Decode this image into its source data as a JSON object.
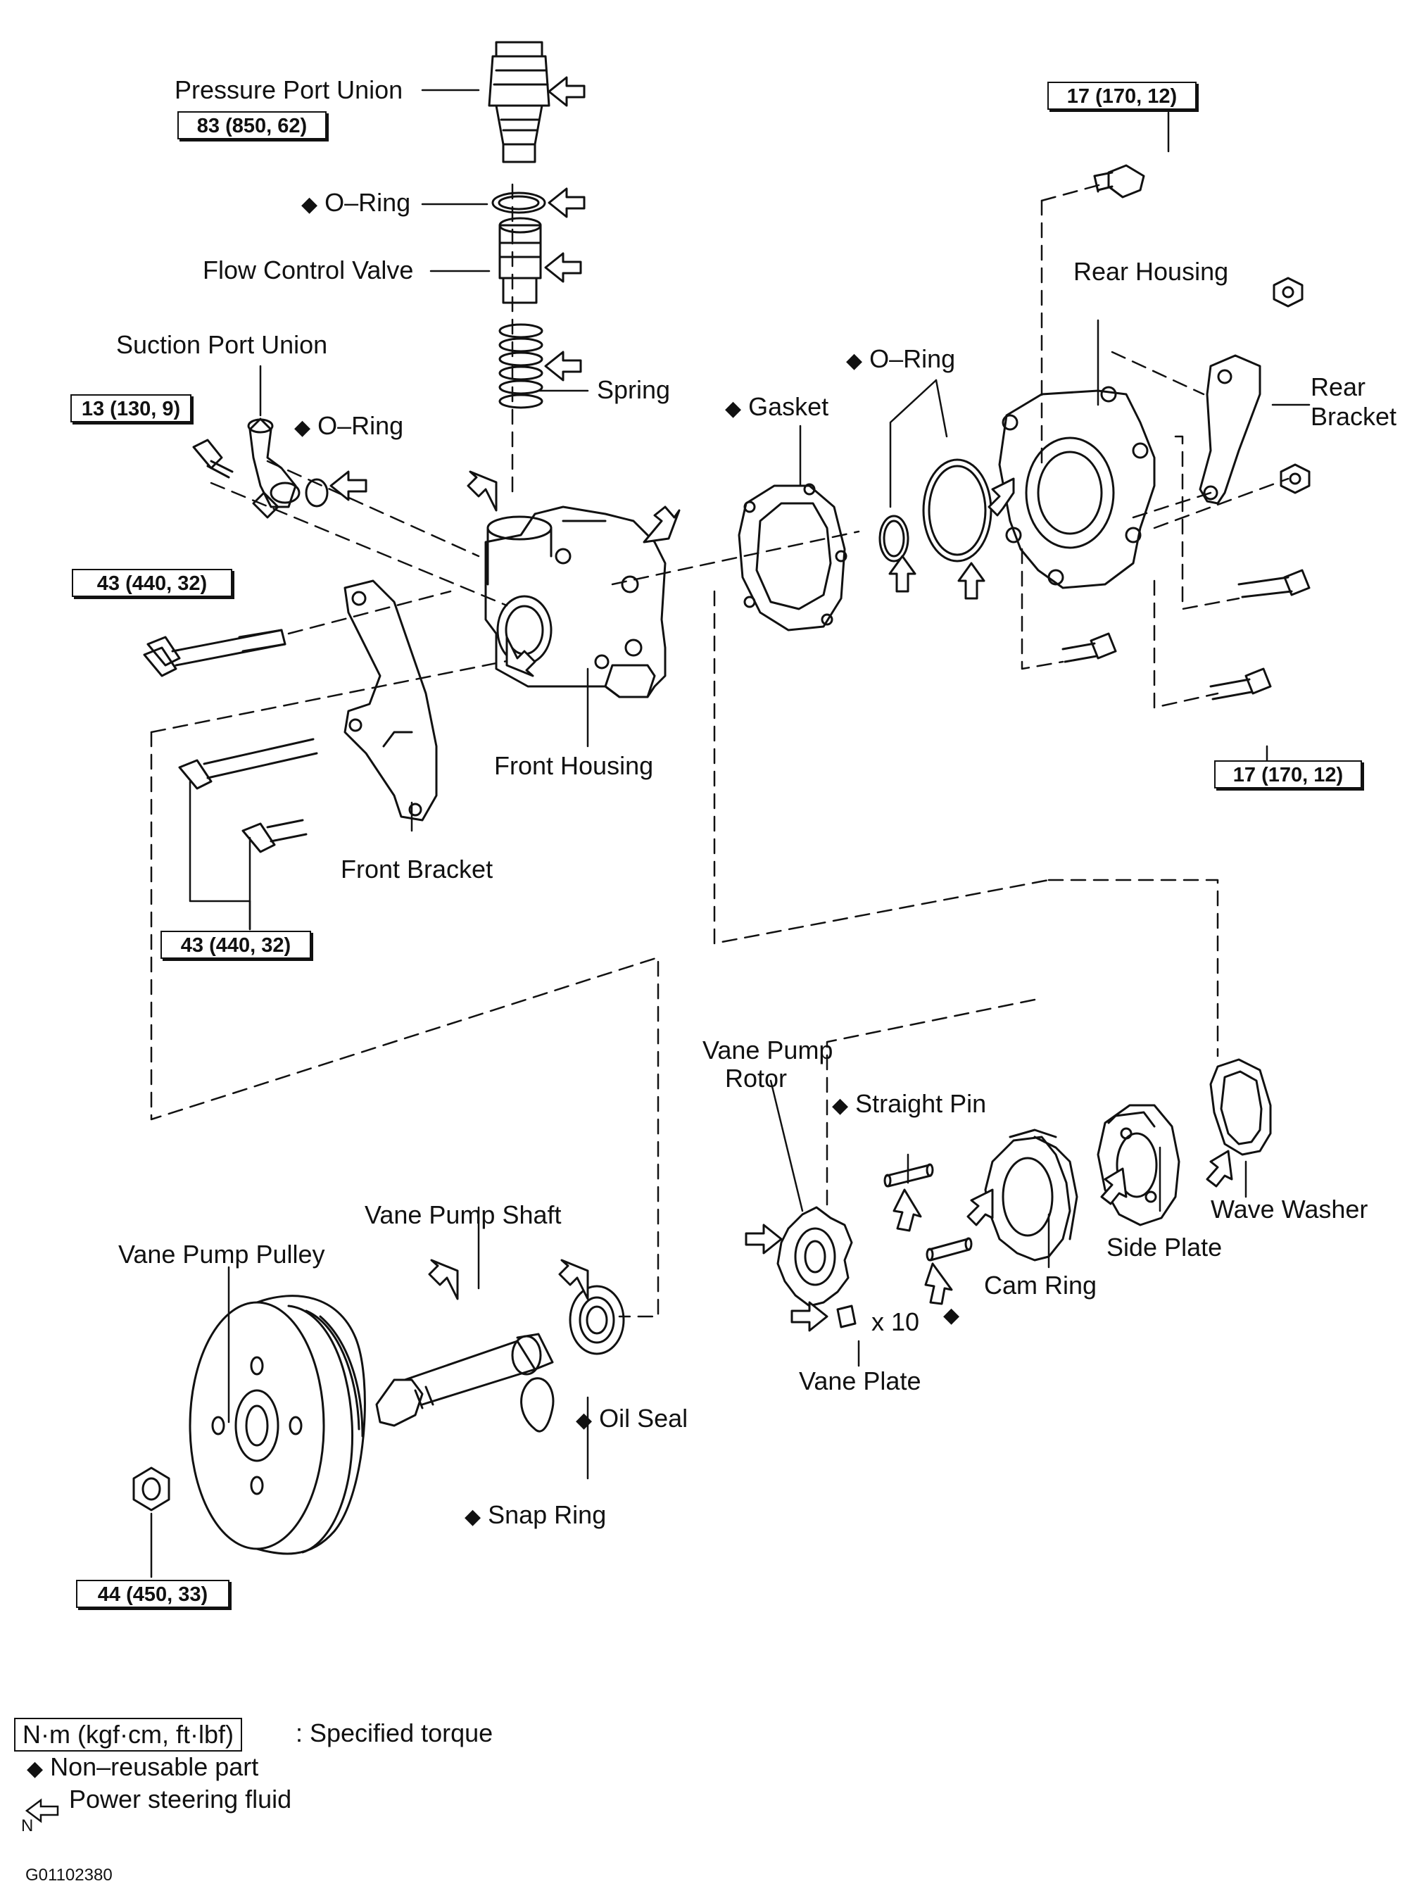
{
  "labels": {
    "pressure_port_union": "Pressure Port Union",
    "o_ring_top": "O–Ring",
    "flow_control_valve": "Flow Control Valve",
    "suction_port_union": "Suction Port Union",
    "o_ring_suction": "O–Ring",
    "spring": "Spring",
    "gasket": "Gasket",
    "o_ring_rear": "O–Ring",
    "rear_housing": "Rear Housing",
    "rear_bracket_1": "Rear",
    "rear_bracket_2": "Bracket",
    "front_housing": "Front Housing",
    "front_bracket": "Front Bracket",
    "vane_pump_rotor_1": "Vane Pump",
    "vane_pump_rotor_2": "Rotor",
    "straight_pin": "Straight Pin",
    "wave_washer": "Wave Washer",
    "side_plate": "Side Plate",
    "cam_ring": "Cam Ring",
    "vane_plate_qty": "x 10",
    "vane_plate": "Vane Plate",
    "vane_pump_shaft": "Vane Pump Shaft",
    "vane_pump_pulley": "Vane Pump Pulley",
    "oil_seal": "Oil Seal",
    "snap_ring": "Snap Ring"
  },
  "torques": {
    "pressure_port": "83 (850, 62)",
    "rear_top": "17 (170, 12)",
    "suction": "13 (130, 9)",
    "front_long": "43 (440, 32)",
    "rear_bottom": "17 (170, 12)",
    "front_bracket": "43 (440, 32)",
    "pulley": "44 (450, 33)"
  },
  "legend": {
    "torque_box": "N·m (kgf·cm, ft·lbf)",
    "torque_desc": ": Specified torque",
    "nonreusable": "Non–reusable part",
    "fluid": "Power steering fluid",
    "fluid_mark": "N"
  },
  "symbols": {
    "diamond": "◆"
  },
  "figure_id": "G01102380",
  "icons": [
    "diamond-icon",
    "fluid-arrow-icon"
  ]
}
